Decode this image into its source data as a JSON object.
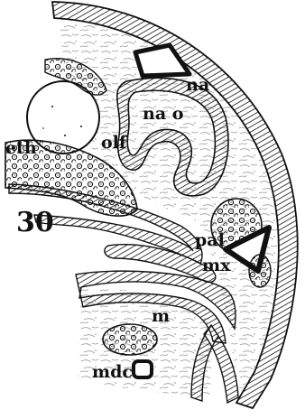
{
  "figure": {
    "number": "30",
    "labels": {
      "na": "na",
      "nao": "na o",
      "olf": "olf",
      "eth": "eth",
      "pal": "pal",
      "mx": "mx",
      "m": "m",
      "mdc": "mdc"
    }
  },
  "colors": {
    "ink": "#111111",
    "paper": "#ffffff"
  }
}
